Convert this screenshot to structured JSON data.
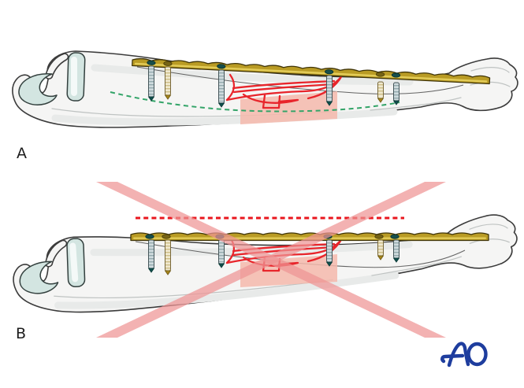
{
  "panels": {
    "a": {
      "label": "A"
    },
    "b": {
      "label": "B"
    }
  },
  "logo": {
    "text": "AO"
  },
  "colors": {
    "background": "#ffffff",
    "bone_fill": "#f5f5f4",
    "bone_outline": "#3b3b3b",
    "bone_shading": "#e8eae9",
    "cartilage_fill": "#d3e5e1",
    "plate_gold": "#b99b24",
    "plate_highlight": "#e8d25e",
    "plate_outline": "#3f3408",
    "screw_gray": "#cfdadd",
    "screw_gray_tip": "#0f4f4c",
    "screw_cream": "#efe8cf",
    "screw_cream_tip": "#a5851c",
    "fracture_red": "#e8252b",
    "fracture_zone_pink": "#f5b9ac",
    "prohibition_pink": "#ef9494",
    "guide_green": "#33a468",
    "guide_red": "#e9161d",
    "logo_blue": "#1e3d9e",
    "label_color": "#1c1c1c"
  }
}
